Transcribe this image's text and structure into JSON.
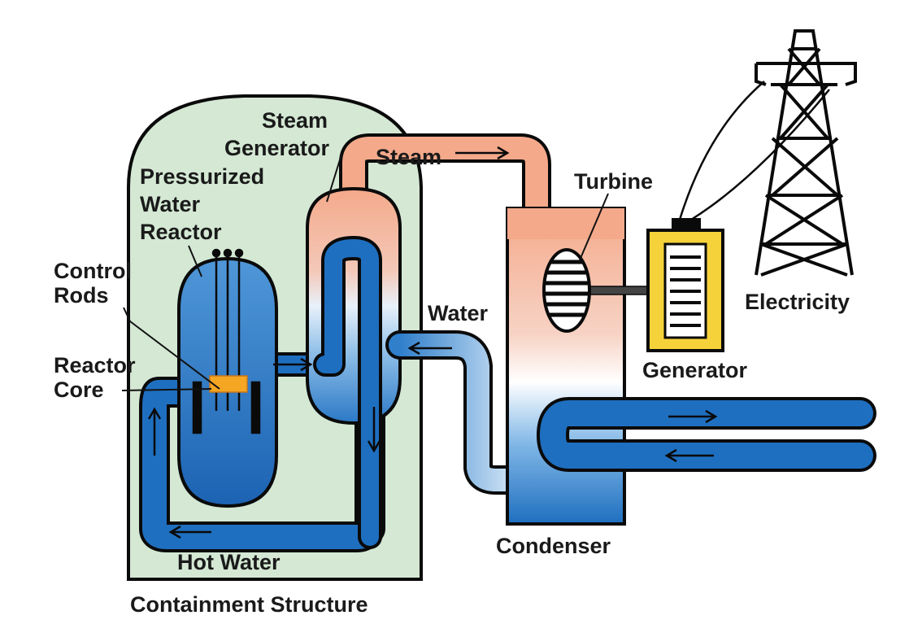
{
  "labels": {
    "steam_generator_line1": "Steam",
    "steam_generator_line2": "Generator",
    "pwr_line1": "Pressurized",
    "pwr_line2": "Water",
    "pwr_line3": "Reactor",
    "control_rods_line1": "Control",
    "control_rods_line2": "Rods",
    "reactor_core_line1": "Reactor",
    "reactor_core_line2": "Core",
    "steam": "Steam",
    "turbine": "Turbine",
    "water": "Water",
    "electricity": "Electricity",
    "generator": "Generator",
    "condenser": "Condenser",
    "hot_water": "Hot Water",
    "containment_structure": "Containment Structure"
  },
  "colors": {
    "containment_fill": "#d4e8d4",
    "water_blue": "#1f6fc0",
    "pale_blue": "#cfe6f8",
    "steam_salmon": "#f4a98a",
    "core_orange": "#f5a623",
    "generator_yellow": "#f6d23a",
    "outline": "#0a0a0a"
  }
}
